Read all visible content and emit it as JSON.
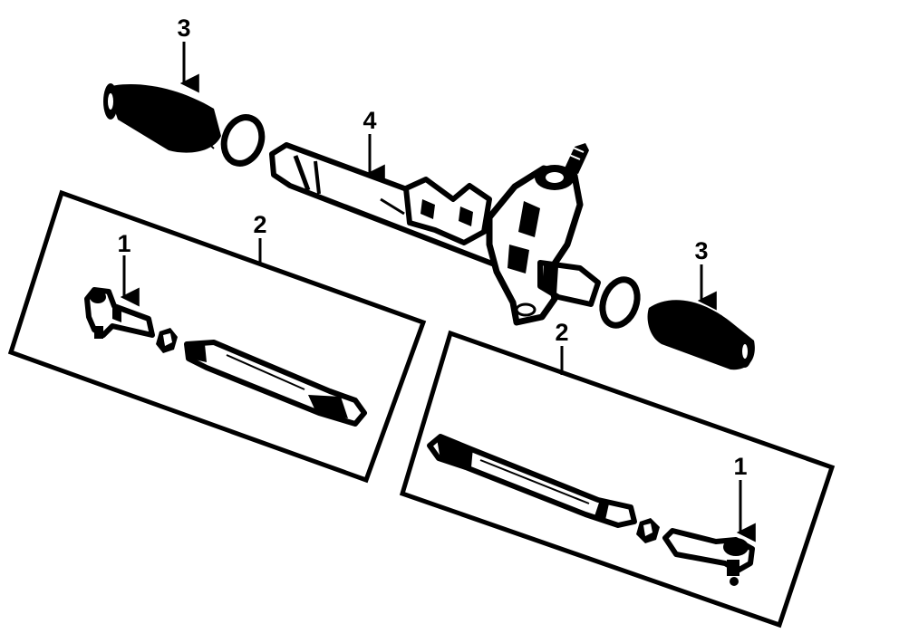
{
  "diagram": {
    "callouts": {
      "boot_left": "3",
      "boot_right": "3",
      "rack": "4",
      "kit_left": "2",
      "kit_right": "2",
      "tie_end_left": "1",
      "tie_end_right": "1"
    },
    "colors": {
      "ink": "#000000",
      "paper": "#ffffff"
    }
  }
}
